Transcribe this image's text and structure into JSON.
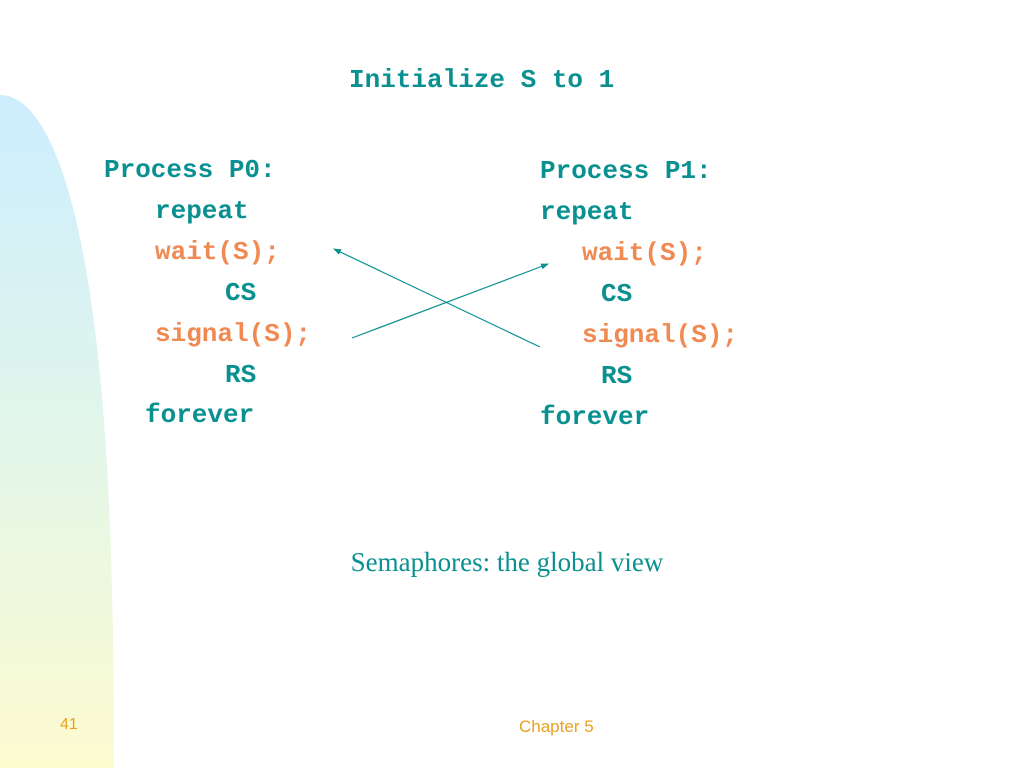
{
  "title": "Initialize S to 1",
  "p0": {
    "header": "Process P0:",
    "repeat": "repeat",
    "wait": "wait(S);",
    "cs": "CS",
    "signal": "signal(S);",
    "rs": "RS",
    "forever": "forever"
  },
  "p1": {
    "header": "Process P1:",
    "repeat": "repeat",
    "wait": "wait(S);",
    "cs": "CS",
    "signal": "signal(S);",
    "rs": "RS",
    "forever": "forever"
  },
  "caption": "Semaphores: the global view",
  "footer": {
    "slide_number": "41",
    "chapter": "Chapter 5"
  },
  "colors": {
    "code_teal": "#0a9090",
    "code_orange": "#f08a52",
    "footer_gold": "#e8a020",
    "band_top": "#cfeeff",
    "band_bottom": "#fdfbd0"
  }
}
